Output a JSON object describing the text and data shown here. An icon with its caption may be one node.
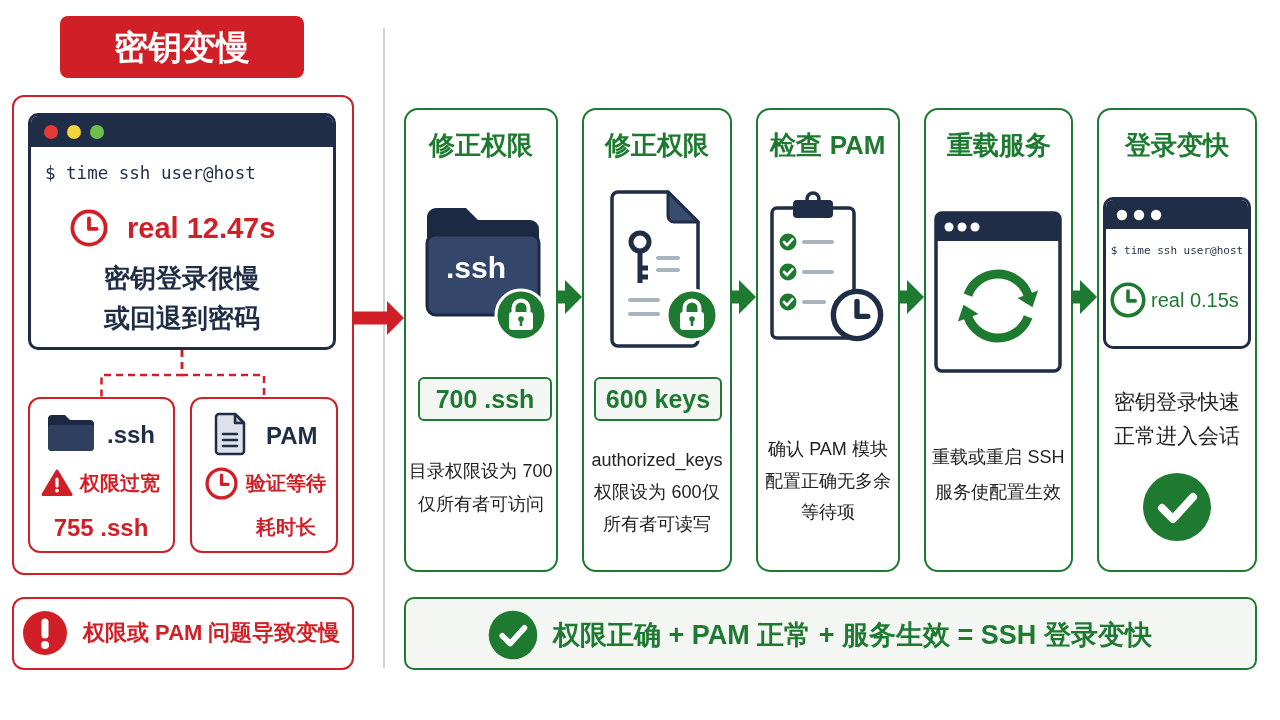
{
  "diagram": {
    "nodes": [
      {
        "text": [
          "密钥变慢"
        ]
      },
      {
        "text": [],
        "shape": "box"
      },
      {
        "text": [
          "$ time ssh user@host",
          "real 12.47s",
          "密钥登录很慢或回退到密码"
        ],
        "in": 1
      },
      {
        "text": [
          ".ssh",
          "权限过宽",
          "755 .ssh"
        ],
        "in": 1
      },
      {
        "text": [
          "PAM",
          "验证等待耗时长"
        ],
        "in": 1
      },
      {
        "text": [
          "权限或 PAM 问题导致变慢"
        ]
      },
      {
        "text": [
          "修正权限",
          ".ssh",
          "目录权限设为 700仅所有者可访问"
        ]
      },
      {
        "text": [
          "700 .ssh"
        ],
        "in": 6
      },
      {
        "text": [
          "修正权限",
          "authorized_keys权限设为 600仅所有者可读写"
        ]
      },
      {
        "text": [
          "600 keys"
        ],
        "in": 8
      },
      {
        "text": [
          "检查 PAM",
          "确认 PAM 模块配置正确无多余等待项"
        ]
      },
      {
        "text": [
          "重载服务",
          "重载或重启 SSH服务使配置生效"
        ]
      },
      {
        "text": [
          "登录变快",
          "密钥登录快速正常进入会话"
        ]
      },
      {
        "text": [
          "$ time ssh user@host",
          "real 0.15s"
        ],
        "in": 12
      },
      {
        "text": [
          "权限正确 + PAM 正常 + 服务生效 = SSH 登录变快"
        ]
      }
    ],
    "edges": [
      {
        "from": 2,
        "to": 3,
        "arrow": "none",
        "style": "dashed",
        "color": "#d01f26"
      },
      {
        "from": 2,
        "to": 4,
        "arrow": "none",
        "style": "dashed",
        "color": "#d01f26"
      },
      {
        "from": 1,
        "to": 6,
        "arrow": "to",
        "color": "#d01f26"
      },
      {
        "from": 6,
        "to": 8,
        "arrow": "to"
      },
      {
        "from": 8,
        "to": 10,
        "arrow": "to"
      },
      {
        "from": 10,
        "to": 11,
        "arrow": "to"
      },
      {
        "from": 11,
        "to": 12,
        "arrow": "to"
      }
    ]
  }
}
